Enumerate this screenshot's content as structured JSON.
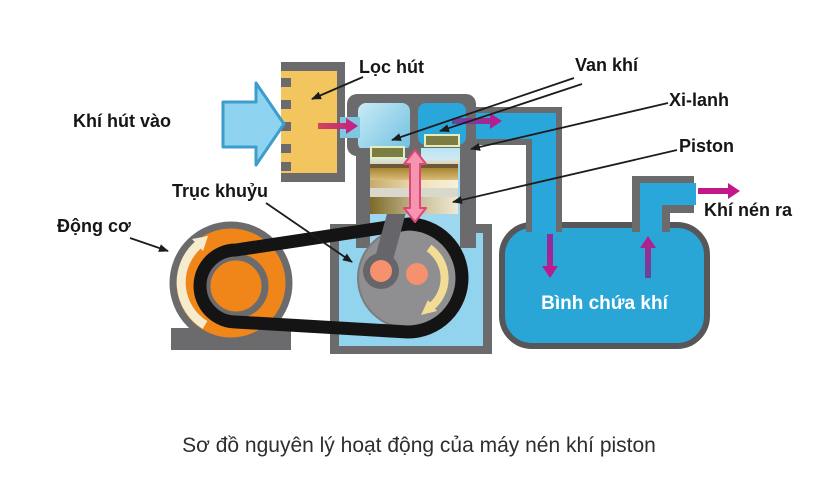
{
  "diagram": {
    "caption": "Sơ đồ nguyên lý hoạt động của máy nén khí piston",
    "labels": {
      "loc_hut": "Lọc hút",
      "khi_hut_vao": "Khí hút vào",
      "van_khi": "Van khí",
      "xi_lanh": "Xi-lanh",
      "piston": "Piston",
      "khi_nen_ra": "Khí nén ra",
      "truc_khuyu": "Trục khuỷu",
      "dong_co": "Động cơ",
      "binh_chua_khi": "Bình chứa khí"
    },
    "parts": [
      {
        "name": "suction-filter",
        "label": "Lọc hút"
      },
      {
        "name": "air-valves",
        "label": "Van khí"
      },
      {
        "name": "cylinder",
        "label": "Xi-lanh"
      },
      {
        "name": "piston",
        "label": "Piston"
      },
      {
        "name": "crankshaft",
        "label": "Trục khuỷu"
      },
      {
        "name": "motor",
        "label": "Động cơ"
      },
      {
        "name": "air-tank",
        "label": "Bình chứa khí"
      }
    ],
    "flows": [
      {
        "name": "intake-flow",
        "label": "Khí hút vào",
        "direction": "right"
      },
      {
        "name": "discharge-flow",
        "label": "Khí nén ra",
        "direction": "right"
      }
    ],
    "colors": {
      "filter_yellow": "#f2c55f",
      "frame_gray": "#6b6b6d",
      "pipe_blue": "#2aa7da",
      "crankcase_blue": "#92d3ee",
      "tank_blue": "#29a6d6",
      "motor_orange": "#f08619",
      "belt_black": "#141414",
      "flow_magenta": "#c3188c",
      "flow_purple": "#5a4aa0",
      "piston_arrow_pink": "#f795b1",
      "crankpin_salmon": "#f5916c",
      "valve_olive": "#7c7c45",
      "intake_arrow_blue": "#8ed3f0"
    }
  }
}
